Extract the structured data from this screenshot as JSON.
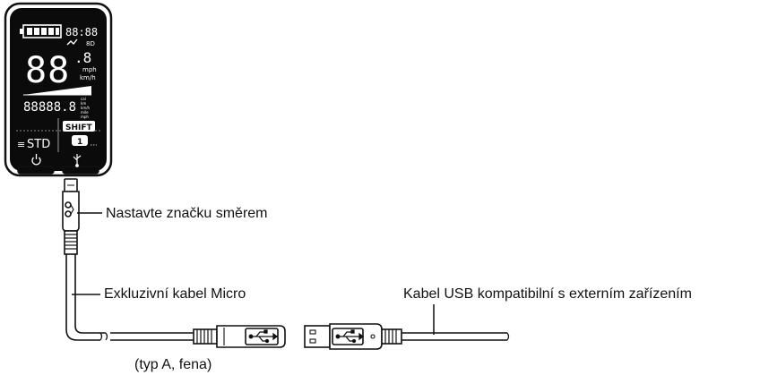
{
  "display": {
    "clock": "88:88",
    "speed_digits": "88",
    "speed_decimal": ".8",
    "unit_mph": "mph",
    "unit_kmh": "km/h",
    "odometer_digits": "88888.8",
    "odo_units": [
      "cal",
      "km",
      "km/h",
      "mile",
      "mph"
    ],
    "shift_label": "SHIFT",
    "mode_label": "STD",
    "gear_number": "1",
    "power_icon": "power-icon",
    "usb_icon": "usb-trident-icon"
  },
  "callouts": {
    "mark_direction": "Nastavte značku směrem",
    "micro_cable": "Exkluzivní kabel Micro",
    "usb_cable": "Kabel USB kompatibilní s externím zařízením",
    "type_a": "(typ A, fena)"
  },
  "colors": {
    "screen": "#0b0b0b",
    "line": "#111111"
  }
}
